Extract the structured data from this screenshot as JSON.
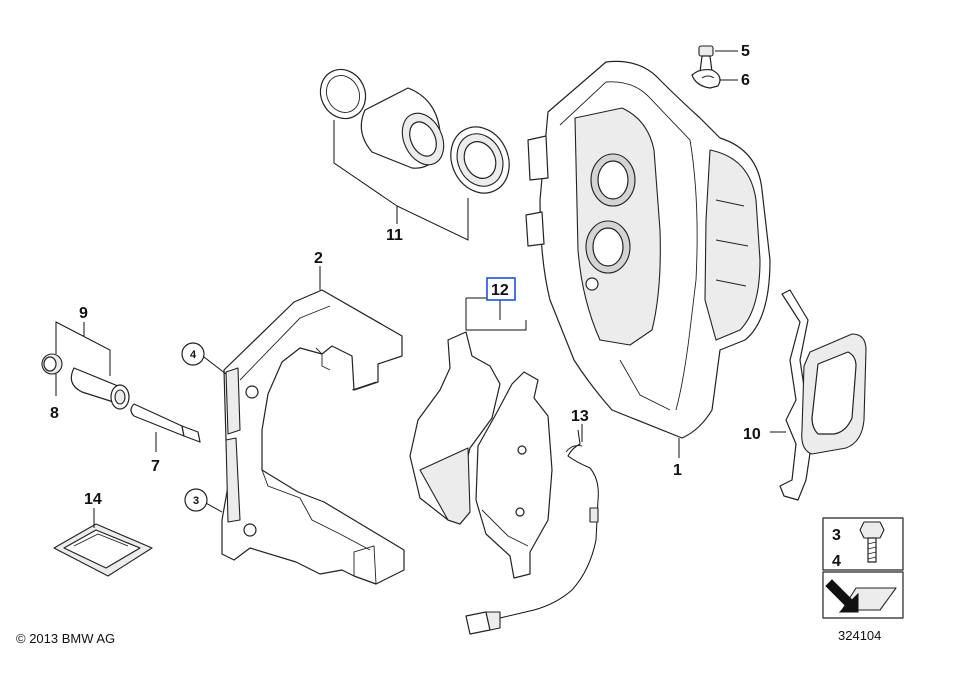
{
  "diagram": {
    "copyright": "© 2013 BMW AG",
    "diagram_number": "324104",
    "highlighted_part": "12",
    "highlight_color": "#1a56d6",
    "parts": [
      {
        "number": "1"
      },
      {
        "number": "2"
      },
      {
        "number": "3"
      },
      {
        "number": "4"
      },
      {
        "number": "5"
      },
      {
        "number": "6"
      },
      {
        "number": "7"
      },
      {
        "number": "8"
      },
      {
        "number": "9"
      },
      {
        "number": "10"
      },
      {
        "number": "11"
      },
      {
        "number": "12"
      },
      {
        "number": "13"
      },
      {
        "number": "14"
      }
    ],
    "inset": {
      "labels": [
        "3",
        "4"
      ]
    }
  }
}
